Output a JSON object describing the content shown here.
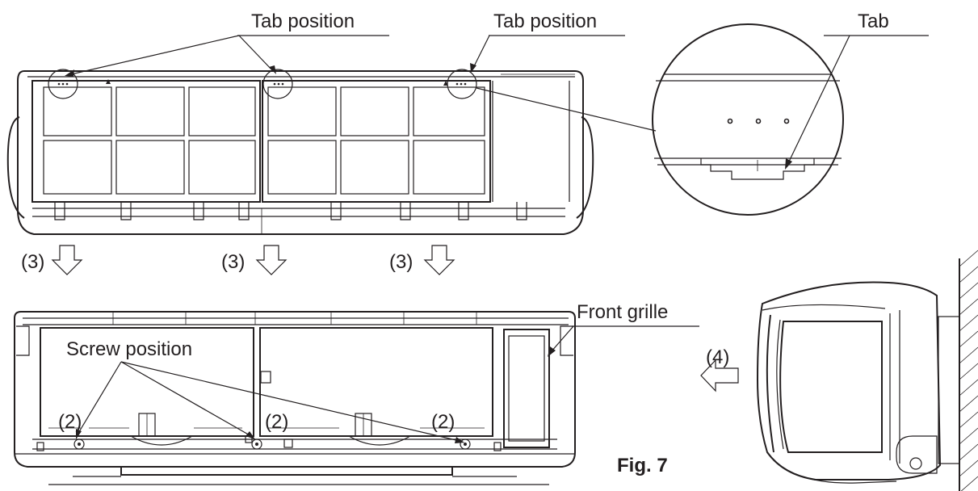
{
  "figure": {
    "caption": "Fig. 7",
    "labels": {
      "tab_position_left": "Tab position",
      "tab_position_right": "Tab position",
      "tab": "Tab",
      "front_grille": "Front grille",
      "screw_position": "Screw position"
    },
    "step_markers": {
      "step3_a": "(3)",
      "step3_b": "(3)",
      "step3_c": "(3)",
      "step4": "(4)",
      "step2_a": "(2)",
      "step2_b": "(2)",
      "step2_c": "(2)"
    },
    "icons": {
      "down_arrow": "down-arrow-icon",
      "left_arrow": "left-arrow-icon",
      "screw": "screw-icon"
    },
    "colors": {
      "ink": "#231f20",
      "paper": "#ffffff"
    }
  }
}
